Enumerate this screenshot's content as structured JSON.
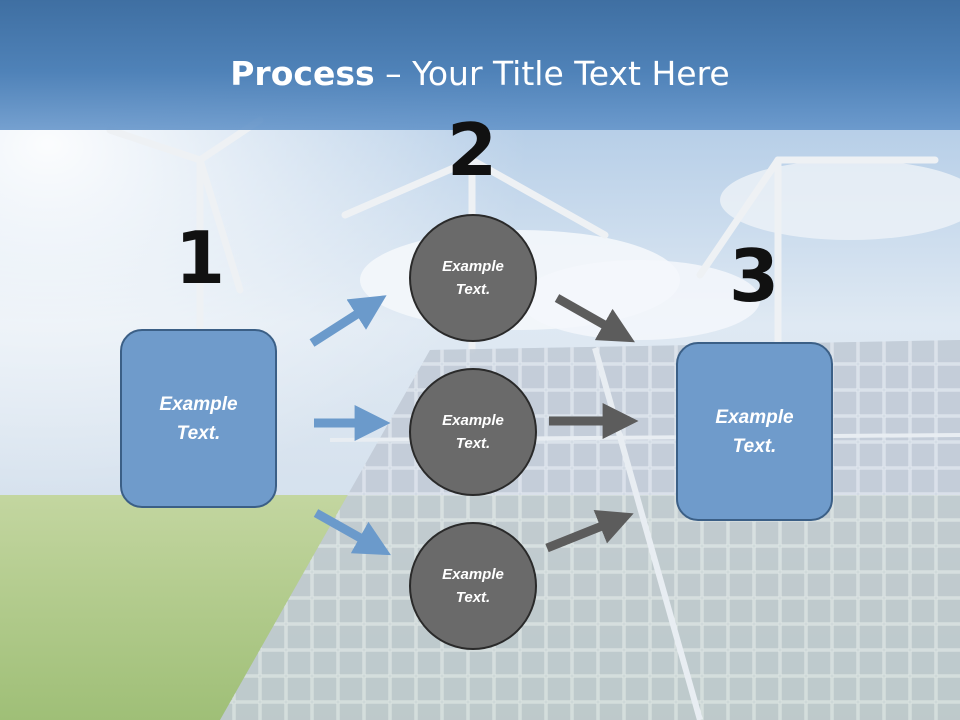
{
  "slide": {
    "title_bold": "Process",
    "title_rest": " – Your Title Text Here",
    "steps": [
      {
        "number": "1",
        "text": "Example\nText."
      },
      {
        "number": "2"
      },
      {
        "number": "3",
        "text": "Example\nText."
      }
    ],
    "circles": [
      {
        "text": "Example\nText."
      },
      {
        "text": "Example\nText."
      },
      {
        "text": "Example\nText."
      }
    ]
  },
  "colors": {
    "box_fill": "#6f9bcb",
    "circle_fill": "#6a6a6a",
    "blue_arrow": "#6b9acb",
    "gray_arrow": "#5c5c5c",
    "title_bar": "#4f82b8"
  }
}
